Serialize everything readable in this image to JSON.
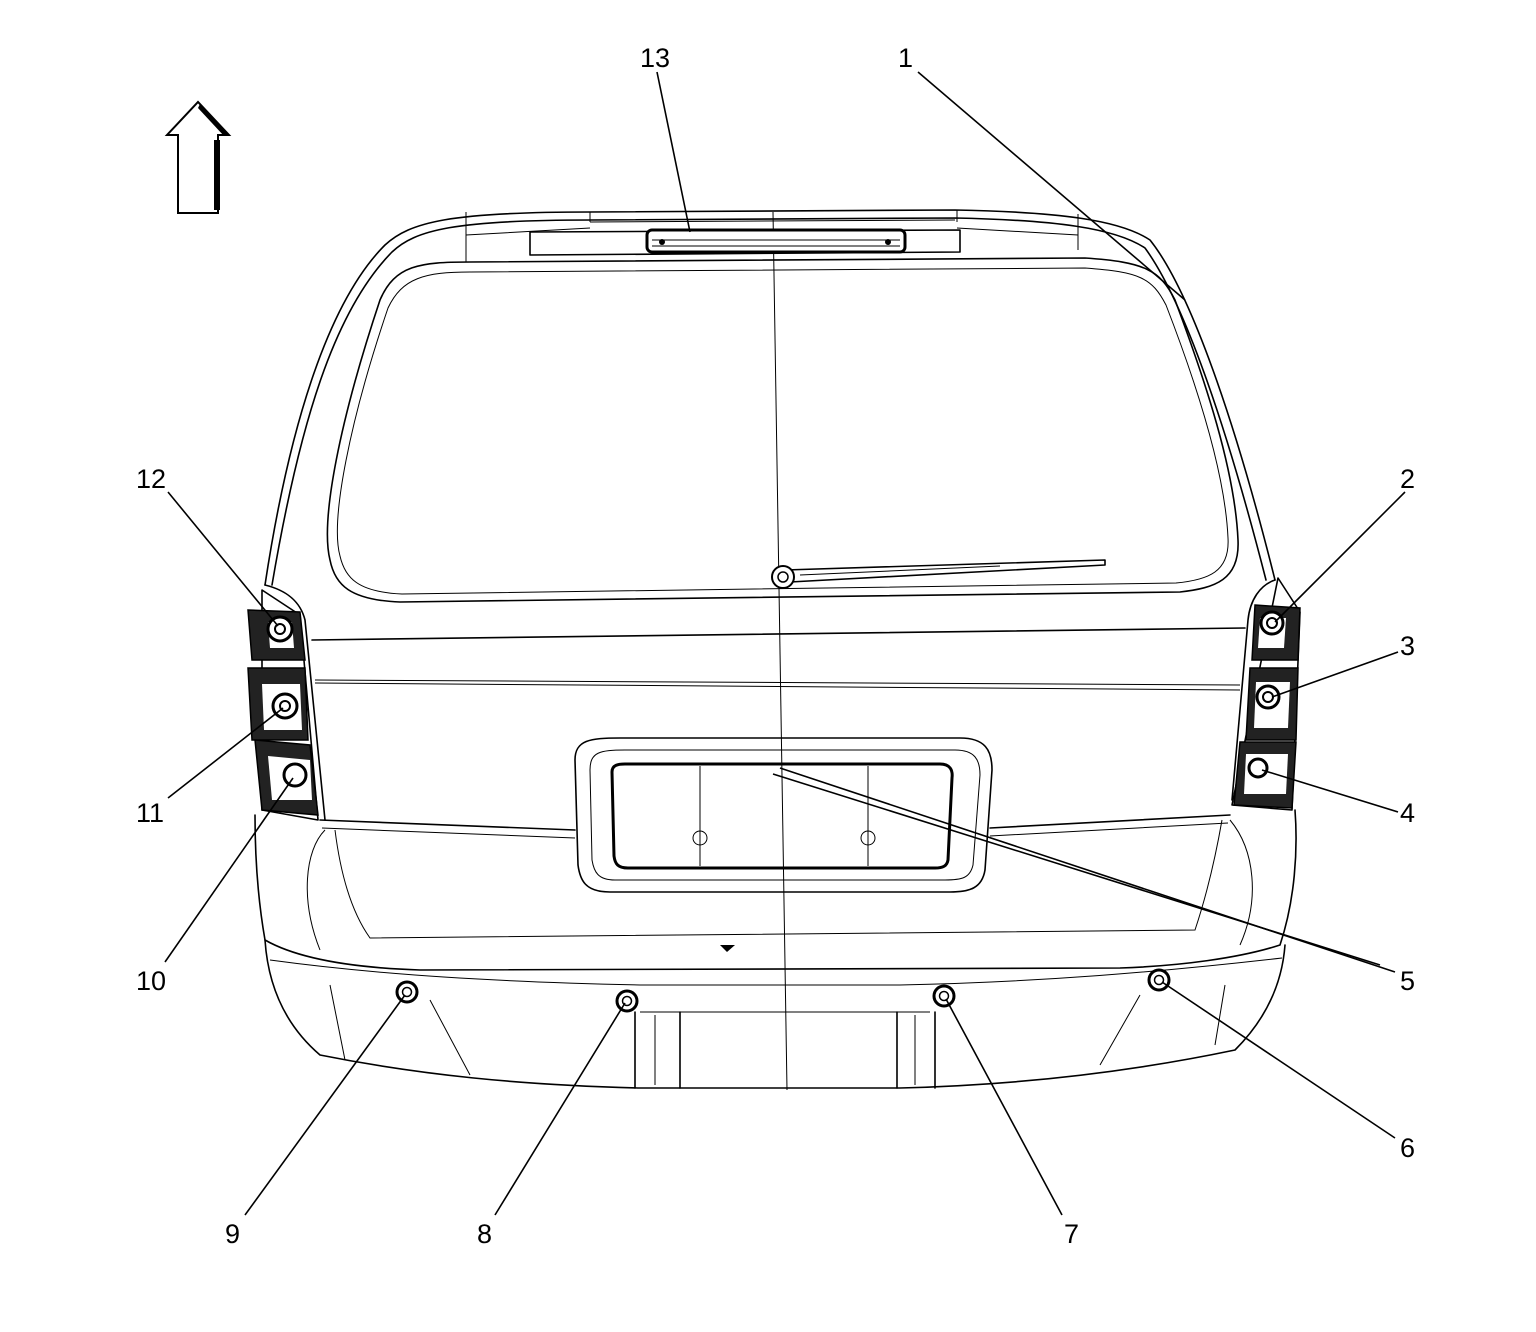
{
  "figure": {
    "orientation_arrow": "up-arrow-icon",
    "callouts": [
      {
        "id": "1",
        "label": "1"
      },
      {
        "id": "2",
        "label": "2"
      },
      {
        "id": "3",
        "label": "3"
      },
      {
        "id": "4",
        "label": "4"
      },
      {
        "id": "5",
        "label": "5"
      },
      {
        "id": "6",
        "label": "6"
      },
      {
        "id": "7",
        "label": "7"
      },
      {
        "id": "8",
        "label": "8"
      },
      {
        "id": "9",
        "label": "9"
      },
      {
        "id": "10",
        "label": "10"
      },
      {
        "id": "11",
        "label": "11"
      },
      {
        "id": "12",
        "label": "12"
      },
      {
        "id": "13",
        "label": "13"
      }
    ]
  }
}
